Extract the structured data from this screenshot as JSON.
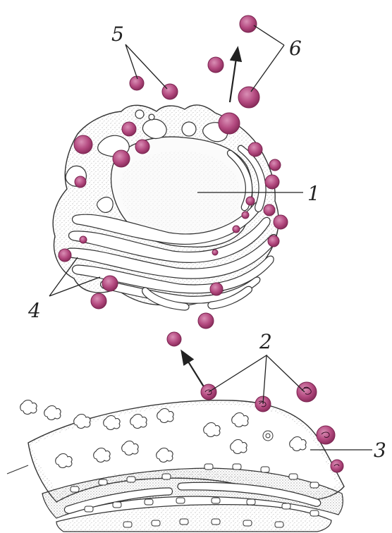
{
  "labels": {
    "l1": "1",
    "l2": "2",
    "l3": "3",
    "l4": "4",
    "l5": "5",
    "l6": "6"
  },
  "colors": {
    "vesicle": "#b44a80",
    "vesicle_dark": "#7a2450",
    "outline": "#333333",
    "stipple": "#9a9a9a"
  }
}
